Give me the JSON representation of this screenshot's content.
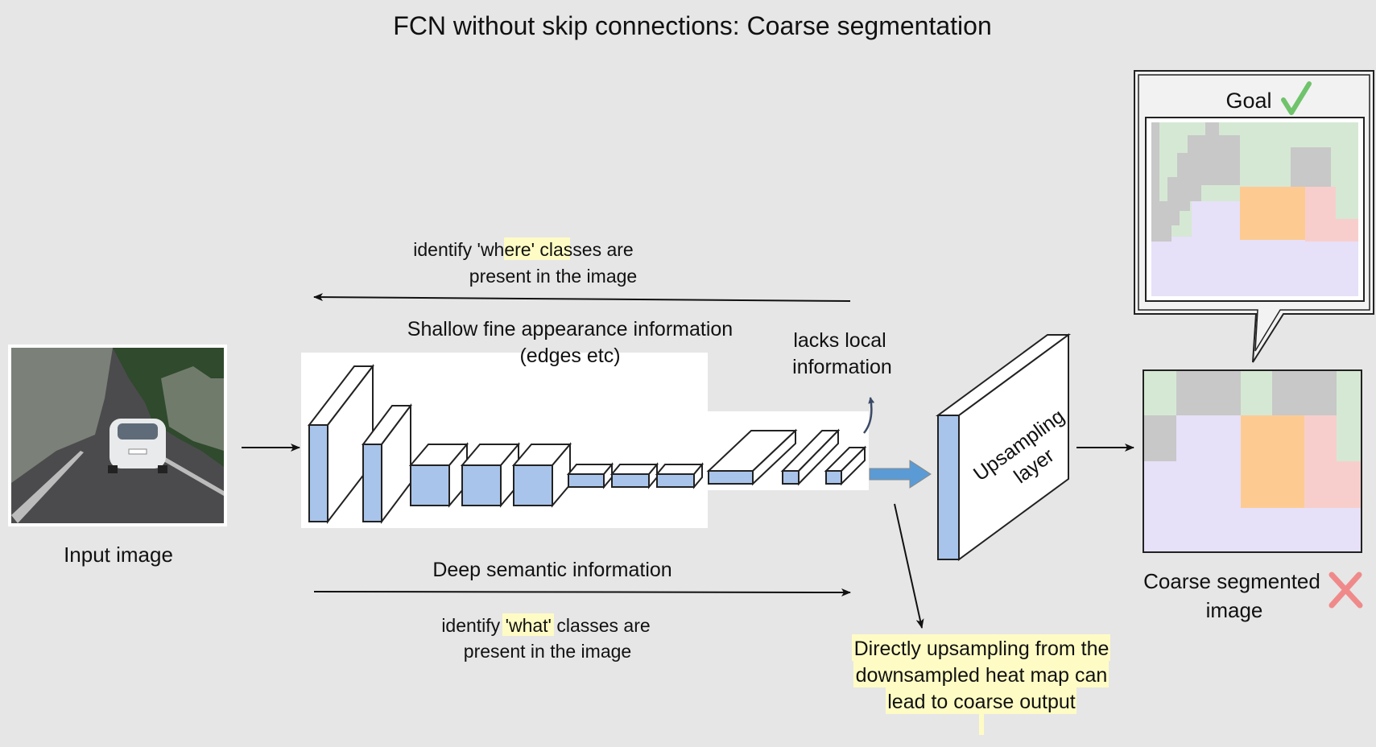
{
  "title": "FCN without skip connections: Coarse segmentation",
  "input_image": {
    "label": "Input image",
    "colors": {
      "road": "#4b4b4d",
      "rock": "#7b8079",
      "tree": "#2f4a2c",
      "car": "#e9eaec"
    }
  },
  "where_note": {
    "line1_pre": "identify ",
    "line1_hl": "'where'",
    "line1_post": " classes are",
    "line2": "present in the image"
  },
  "what_note": {
    "line1_pre": "identify ",
    "line1_hl": "'what'",
    "line1_post": " classes are",
    "line2": "present in the image"
  },
  "shallow_label": {
    "line1": "Shallow fine appearance information",
    "line2": "(edges etc)"
  },
  "deep_label": "Deep semantic information",
  "lacks_label": {
    "line1": "lacks local",
    "line2": "information"
  },
  "upsampling_label": {
    "line1": "Upsampling",
    "line2": "layer"
  },
  "callout": {
    "lines": [
      "Directly upsampling from the",
      "downsampled heat map can",
      "lead to coarse output"
    ]
  },
  "goal": {
    "label": "Goal",
    "icon": "check-icon",
    "icon_color": "#6fc36a"
  },
  "coarse_output": {
    "line1": "Coarse segmented",
    "line2": "image",
    "icon": "cross-icon",
    "icon_color": "#f08a8a"
  },
  "palette": {
    "green": "#d5e8d4",
    "gray": "#c8c8c8",
    "purple": "#e6e0f8",
    "orange": "#fdcb92",
    "pink": "#f8cecc",
    "layer_blue": "#a9c4ea",
    "arrow_blue": "#5b9bd5",
    "highlight": "#fefcc4",
    "background": "#e6e6e6"
  }
}
